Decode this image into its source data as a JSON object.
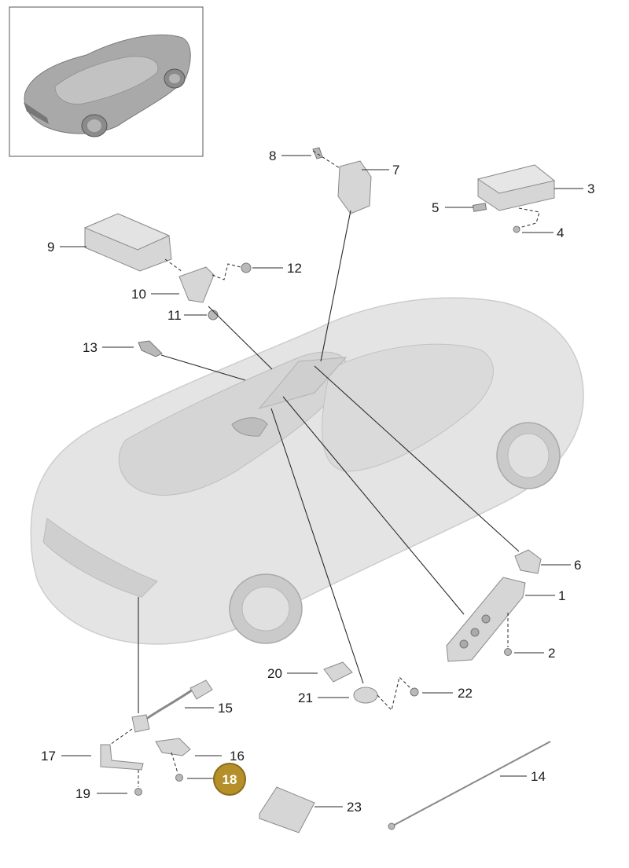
{
  "callouts": [
    {
      "id": "c1",
      "text": "1"
    },
    {
      "id": "c2",
      "text": "2"
    },
    {
      "id": "c3",
      "text": "3"
    },
    {
      "id": "c4",
      "text": "4"
    },
    {
      "id": "c5",
      "text": "5"
    },
    {
      "id": "c6",
      "text": "6"
    },
    {
      "id": "c7",
      "text": "7"
    },
    {
      "id": "c8",
      "text": "8"
    },
    {
      "id": "c9",
      "text": "9"
    },
    {
      "id": "c10",
      "text": "10"
    },
    {
      "id": "c11",
      "text": "11"
    },
    {
      "id": "c12",
      "text": "12"
    },
    {
      "id": "c13",
      "text": "13"
    },
    {
      "id": "c14",
      "text": "14"
    },
    {
      "id": "c15",
      "text": "15"
    },
    {
      "id": "c16",
      "text": "16"
    },
    {
      "id": "c17",
      "text": "17"
    },
    {
      "id": "c19",
      "text": "19"
    },
    {
      "id": "c20",
      "text": "20"
    },
    {
      "id": "c21",
      "text": "21"
    },
    {
      "id": "c22",
      "text": "22"
    },
    {
      "id": "c23",
      "text": "23"
    }
  ],
  "highlight": {
    "text": "18",
    "color": "#b58f2a",
    "border": "#8c6c17"
  },
  "colors": {
    "car_body": "#e3e3e3",
    "car_outline": "#c9c9c9",
    "parts": "#d6d6d6"
  }
}
